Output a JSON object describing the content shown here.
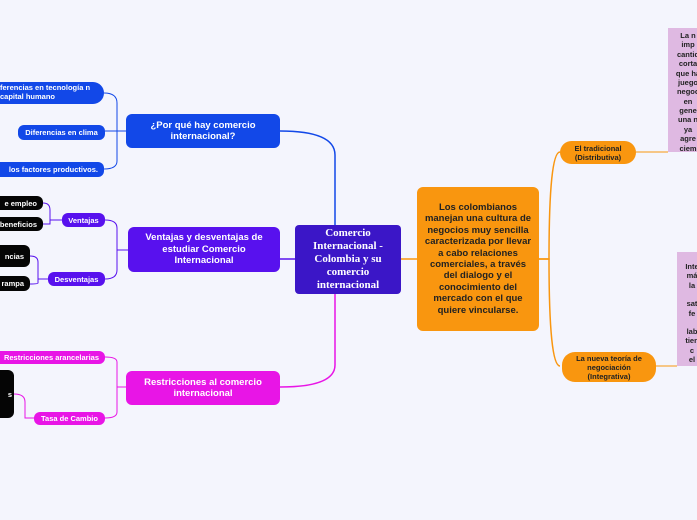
{
  "central": {
    "label": "Comercio Internacional - Colombia y su comercio internacional"
  },
  "right_main": {
    "label": "Los colombianos manejan una cultura de negocios muy sencilla caracterizada por llevar a cabo relaciones comerciales, a través del dialogo y el conocimiento del mercado con el que quiere vincularse."
  },
  "right_branches": [
    {
      "label": "El tradicional (Distributiva)",
      "note": [
        "La n",
        "imp",
        "cantid",
        "corta",
        "que ha",
        "juego",
        "negoc",
        "en",
        "",
        "gene",
        "una n",
        "ya",
        "agre",
        "ciem"
      ]
    },
    {
      "label": "La nueva teoría de negociación (Integrativa)",
      "note": [
        "Inte",
        "má",
        "la",
        "",
        "sat",
        "fe",
        "",
        "lab",
        "tien",
        "c",
        "el"
      ]
    }
  ],
  "left_branches": [
    {
      "label": "¿Por qué hay comercio internacional?",
      "children": [
        "ferencias en tecnología n capital humano",
        "Diferencias en clima",
        "los factores productivos."
      ]
    },
    {
      "label": "Ventajas y desventajas de estudiar Comercio Internacional",
      "children": [
        {
          "label": "Ventajas",
          "leaves": [
            "e empleo",
            "beneficios"
          ]
        },
        {
          "label": "Desventajas",
          "leaves": [
            "ncias",
            "rampa"
          ]
        }
      ]
    },
    {
      "label": "Restricciones al comercio internacional",
      "children": [
        {
          "label": "Restricciones arancelarias"
        },
        {
          "label": "Tasa de Cambio",
          "leaves": [
            "s"
          ]
        }
      ]
    }
  ],
  "colors": {
    "background": "#f4f5fd",
    "central": "#3b16c7",
    "orange": "#f9960f",
    "blue": "#1248e8",
    "violet": "#5811ee",
    "magenta": "#e815e6",
    "lilac": "#dfb9e2",
    "black": "#050505"
  }
}
